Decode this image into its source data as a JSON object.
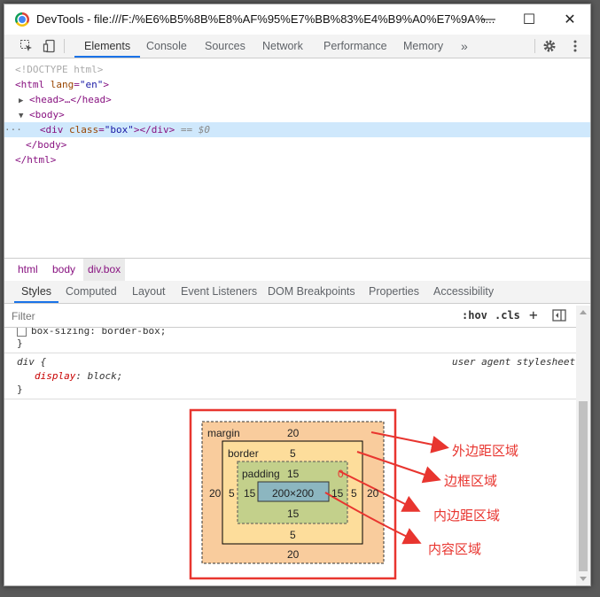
{
  "window": {
    "title": "DevTools - file:///F:/%E6%B5%8B%E8%AF%95%E7%BB%83%E4%B9%A0%E7%9A%...",
    "controls": {
      "minimize": "—",
      "maximize": "☐",
      "close": "✕"
    }
  },
  "main_tabs": [
    "Elements",
    "Console",
    "Sources",
    "Network",
    "Performance",
    "Memory"
  ],
  "more_tabs": "»",
  "dom": {
    "doctype": "<!DOCTYPE html>",
    "html_open_tag": "<html",
    "html_lang_attr": "lang",
    "html_lang_val": "\"en\"",
    "head_collapsed": "<head>…</head>",
    "body_open": "<body>",
    "div_open": "<div",
    "div_attr": "class",
    "div_val": "\"box\"",
    "div_close": "></div>",
    "selected_marker": "== $0",
    "body_close": "</body>",
    "html_close": "</html>",
    "ellipsis": "···"
  },
  "breadcrumbs": [
    "html",
    "body",
    "div.box"
  ],
  "sub_tabs": [
    "Styles",
    "Computed",
    "Layout",
    "Event Listeners",
    "DOM Breakpoints",
    "Properties",
    "Accessibility"
  ],
  "filter": {
    "placeholder": "Filter",
    "hov": ":hov",
    "cls": ".cls",
    "plus": "+"
  },
  "styles": {
    "partial_rule": "box-sizing: border-box;",
    "close_brace": "}",
    "ua_selector": "div {",
    "ua_source": "user agent stylesheet",
    "ua_prop": "display",
    "ua_val": "block;"
  },
  "box_model": {
    "margin_label": "margin",
    "border_label": "border",
    "padding_label": "padding",
    "margin": {
      "top": "20",
      "right": "20",
      "bottom": "20",
      "left": "20"
    },
    "border": {
      "top": "5",
      "right": "5",
      "bottom": "5",
      "left": "5"
    },
    "padding": {
      "top": "15",
      "right": "0",
      "bottom": "15",
      "left": "15"
    },
    "padding_right_shown": "15",
    "content": "200×200",
    "colors": {
      "margin": "#f9cc9d",
      "border": "#fddd9b",
      "padding": "#c3d08b",
      "content": "#8cb6c0",
      "highlight": "#e8352f"
    }
  },
  "annotations": {
    "margin": "外边距区域",
    "border": "边框区域",
    "padding": "内边距区域",
    "content": "内容区域"
  }
}
